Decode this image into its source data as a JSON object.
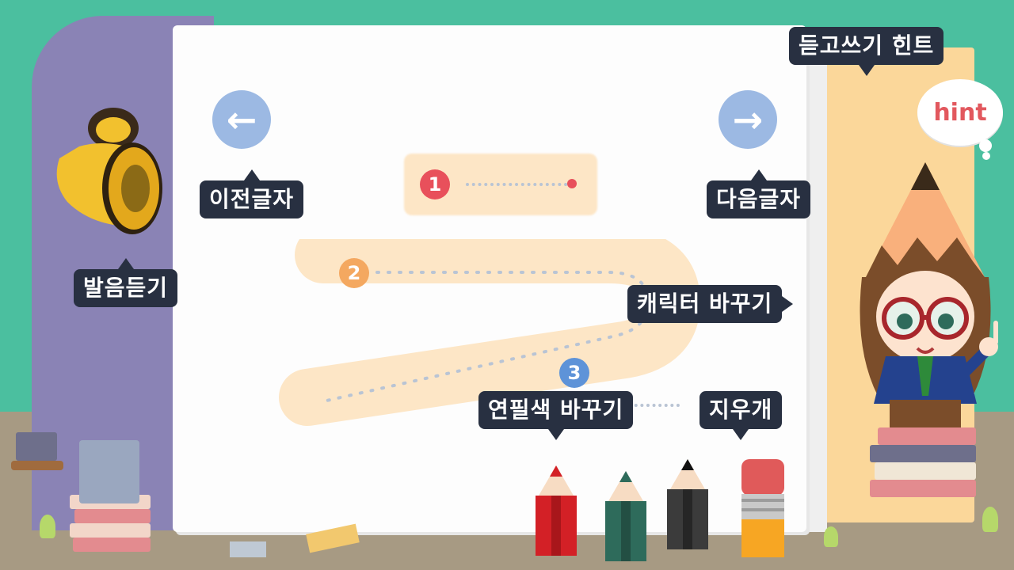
{
  "hint": {
    "tooltip": "듣고쓰기 힌트",
    "bubble": "hint"
  },
  "nav": {
    "prev_label": "이전글자",
    "next_label": "다음글자"
  },
  "speaker": {
    "label": "발음듣기"
  },
  "character": {
    "label": "캐릭터 바꾸기"
  },
  "pencil": {
    "label": "연필색 바꾸기",
    "colors": [
      "#d32026",
      "#2e6b5b",
      "#3b3b3b"
    ]
  },
  "eraser": {
    "label": "지우개"
  },
  "strokes": [
    {
      "number": "1",
      "color": "#e8505b"
    },
    {
      "number": "2",
      "color": "#f4a860"
    },
    {
      "number": "3",
      "color": "#5e93d8"
    }
  ]
}
